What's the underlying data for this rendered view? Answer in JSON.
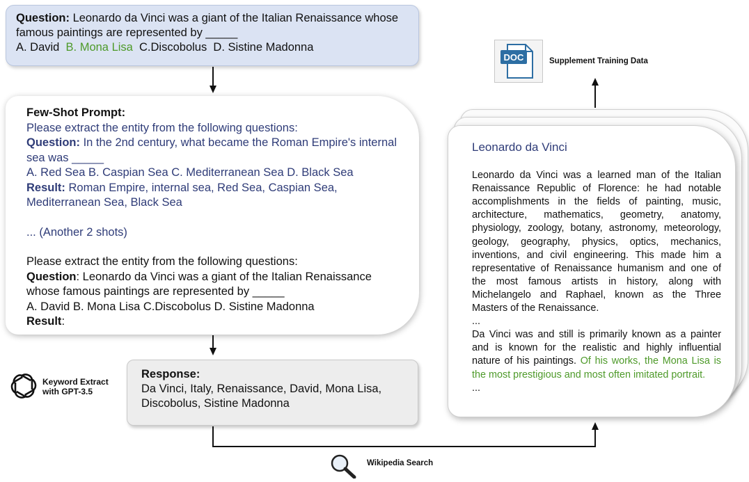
{
  "question_box": {
    "label": "Question:",
    "text": " Leonardo da Vinci was a giant of the Italian Renaissance whose famous paintings are represented by _____",
    "option_a": "A. David",
    "option_b": "B. Mona Lisa",
    "option_c": "C.Discobolus",
    "option_d": "D. Sistine Madonna"
  },
  "fewshot_box": {
    "title": "Few-Shot Prompt:",
    "instruction": "Please extract the entity from the following questions:",
    "q_label": "Question:",
    "q_text": " In the 2nd century, what became the Roman Empire's internal sea was _____",
    "q_options": "A. Red Sea  B. Caspian Sea  C. Mediterranean Sea  D. Black Sea",
    "r_label": "Result:",
    "r_text": " Roman Empire, internal sea, Red Sea, Caspian Sea, Mediterranean Sea, Black Sea",
    "another": "... (Another 2 shots)",
    "instruction2": "Please extract the entity from the following questions:",
    "q2_label": "Question",
    "q2_text": ": Leonardo da Vinci was a giant of the Italian Renaissance whose famous paintings are represented by _____",
    "q2_options": "A. David  B. Mona Lisa  C.Discobolus  D. Sistine Madonna",
    "r2_label": "Result",
    "r2_colon": ":"
  },
  "response_box": {
    "title": "Response:",
    "text": "Da Vinci, Italy, Renaissance, David, Mona Lisa, Discobolus, Sistine Madonna"
  },
  "keyword_label": {
    "line1": "Keyword Extract",
    "line2": "with GPT-3.5"
  },
  "wikipedia_label": "Wikipedia Search",
  "supplement_label": "Supplement Training Data",
  "doc_icon_text": "DOC",
  "wiki_box": {
    "title": "Leonardo da Vinci",
    "para1": "Leonardo da Vinci was a learned man of the Italian Renaissance Republic of Florence: he had notable accomplishments in the fields of painting, music, architecture, mathematics, geometry, anatomy, physiology, zoology, botany, astronomy, meteorology, geology, geography, physics, optics, mechanics, inventions, and civil engineering. This made him a representative of Renaissance humanism and one of the most famous artists in history, along with Michelangelo and Raphael, known as the Three Masters of the Renaissance.",
    "ellipsis1": "...",
    "para2_black": "Da Vinci was and still is primarily known as a painter and is known for the realistic and highly influential nature of his paintings.",
    "para2_green": " Of his works, the Mona Lisa is the most prestigious and most often imitated portrait.",
    "ellipsis2": "..."
  },
  "colors": {
    "question_bg": "#dbe3f3",
    "response_bg": "#ededed",
    "answer_green": "#4e9a2a",
    "prompt_blue": "#2f3c78",
    "doc_blue": "#2d6ea3"
  }
}
